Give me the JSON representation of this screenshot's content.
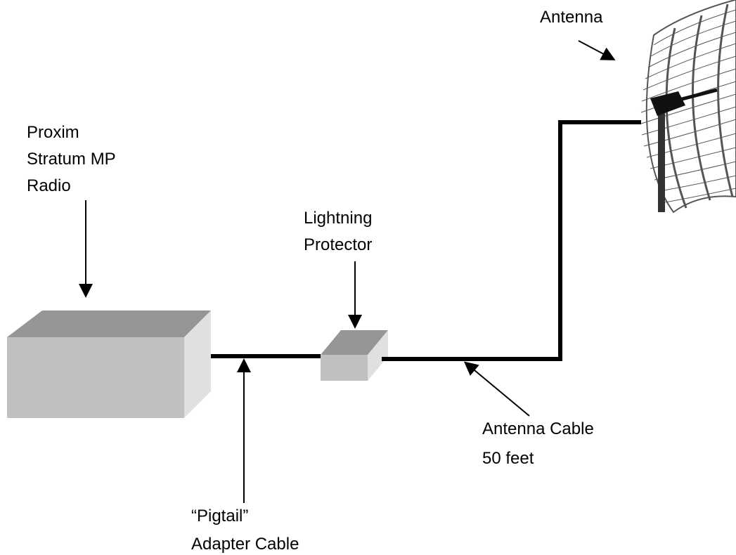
{
  "labels": {
    "antenna": "Antenna",
    "radio_line1": "Proxim",
    "radio_line2": "Stratum MP",
    "radio_line3": "Radio",
    "lightning_line1": "Lightning",
    "lightning_line2": "Protector",
    "antenna_cable_line1": "Antenna Cable",
    "antenna_cable_line2": "50 feet",
    "pigtail_line1": "“Pigtail”",
    "pigtail_line2": "Adapter Cable"
  },
  "colors": {
    "box_top": "#969696",
    "box_front": "#c0c0c0",
    "box_side": "#e0e0e0",
    "cable": "#000000",
    "antenna_mesh": "#555555"
  }
}
